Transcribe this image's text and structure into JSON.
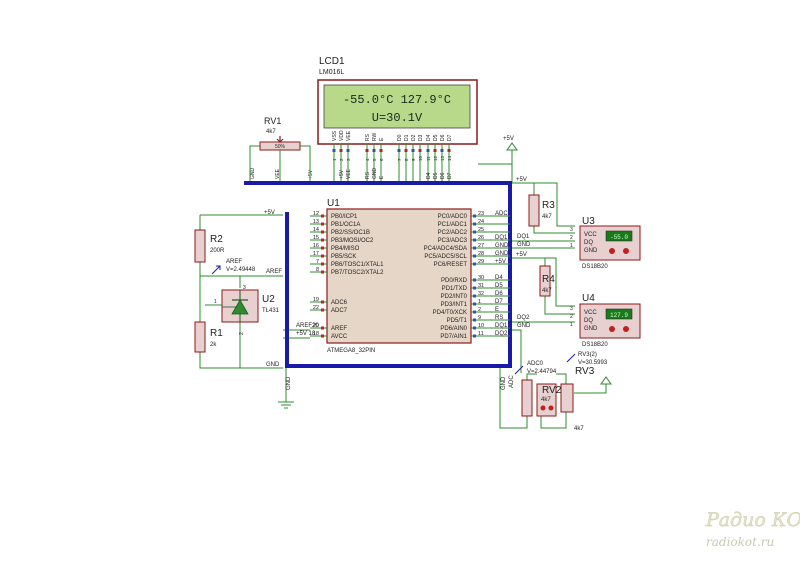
{
  "lcd": {
    "ref": "LCD1",
    "model": "LM016L",
    "line1": "-55.0°C  127.9°C",
    "line2": "U=30.1V",
    "pins": [
      "VSS",
      "VDD",
      "VEE",
      "RS",
      "RW",
      "E",
      "D0",
      "D1",
      "D2",
      "D3",
      "D4",
      "D5",
      "D6",
      "D7"
    ],
    "pin_numbers": [
      "1",
      "2",
      "3",
      "4",
      "5",
      "6",
      "7",
      "8",
      "9",
      "10",
      "11",
      "12",
      "13",
      "14"
    ],
    "net_gnd": "GND",
    "net_5v": "+5V",
    "net_vee": "VEE",
    "net_rs": "RS",
    "net_e": "E",
    "net_d4": "D4",
    "net_d5": "D5",
    "net_d6": "D6",
    "net_d7": "D7"
  },
  "rv1": {
    "ref": "RV1",
    "value": "4k7",
    "wiper": "50%",
    "net_gnd": "GND",
    "net_vee": "VEE",
    "net_5v": "+5V"
  },
  "power": {
    "plus5v": "+5V",
    "gnd": "GND",
    "aref": "AREF",
    "aref20": "AREF20",
    "plus5v18": "+5V 18"
  },
  "r2": {
    "ref": "R2",
    "value": "200R"
  },
  "r1": {
    "ref": "R1",
    "value": "2k"
  },
  "r3": {
    "ref": "R3",
    "value": "4k7"
  },
  "r4": {
    "ref": "R4",
    "value": "4k7"
  },
  "u2": {
    "ref": "U2",
    "model": "TL431",
    "pin1": "1",
    "pin2": "2",
    "pin3": "3"
  },
  "probe_aref": {
    "name": "AREF",
    "value": "V=2.49448"
  },
  "probe_adc0": {
    "name": "ADC0",
    "value": "V=2.44794"
  },
  "probe_rv3": {
    "name": "RV3(2)",
    "value": "V=30.5993"
  },
  "mcu": {
    "ref": "U1",
    "model": "ATMEGA8_32PIN",
    "left_pins": [
      {
        "num": "12",
        "name": "PB0/ICP1"
      },
      {
        "num": "13",
        "name": "PB1/OC1A"
      },
      {
        "num": "14",
        "name": "PB2/SS/OC1B"
      },
      {
        "num": "15",
        "name": "PB3/MOSI/OC2"
      },
      {
        "num": "16",
        "name": "PB4/MISO"
      },
      {
        "num": "17",
        "name": "PB5/SCK"
      },
      {
        "num": "7",
        "name": "PB6/TOSC1/XTAL1"
      },
      {
        "num": "8",
        "name": "PB7/TOSC2/XTAL2"
      },
      {
        "num": "19",
        "name": "ADC6"
      },
      {
        "num": "22",
        "name": "ADC7"
      },
      {
        "num": "20",
        "name": "AREF"
      },
      {
        "num": "18",
        "name": "AVCC"
      }
    ],
    "right_pins": [
      {
        "num": "23",
        "name": "PC0/ADC0",
        "net": "ADC"
      },
      {
        "num": "24",
        "name": "PC1/ADC1",
        "net": ""
      },
      {
        "num": "25",
        "name": "PC2/ADC2",
        "net": ""
      },
      {
        "num": "26",
        "name": "PC3/ADC3",
        "net": "DQ1"
      },
      {
        "num": "27",
        "name": "PC4/ADC4/SDA",
        "net": "GND"
      },
      {
        "num": "28",
        "name": "PC5/ADC5/SCL",
        "net": "GND"
      },
      {
        "num": "29",
        "name": "PC6/RESET",
        "net": "+5V"
      },
      {
        "num": "30",
        "name": "PD0/RXD",
        "net": "D4"
      },
      {
        "num": "31",
        "name": "PD1/TXD",
        "net": "D5"
      },
      {
        "num": "32",
        "name": "PD2/INT0",
        "net": "D6"
      },
      {
        "num": "1",
        "name": "PD3/INT1",
        "net": "D7"
      },
      {
        "num": "2",
        "name": "PD4/T0/XCK",
        "net": "E"
      },
      {
        "num": "9",
        "name": "PD5/T1",
        "net": "RS"
      },
      {
        "num": "10",
        "name": "PD6/AIN0",
        "net": "DQ1"
      },
      {
        "num": "11",
        "name": "PD7/AIN1",
        "net": "DQ2"
      }
    ]
  },
  "u3": {
    "ref": "U3",
    "model": "DS18B20",
    "display": "-55.0",
    "pins": [
      "VCC",
      "DQ",
      "GND"
    ],
    "pin_numbers": [
      "3",
      "2",
      "1"
    ],
    "net_5v": "+5V",
    "net_dq": "DQ1",
    "net_gnd": "GND"
  },
  "u4": {
    "ref": "U4",
    "model": "DS18B20",
    "display": "127.9",
    "pins": [
      "VCC",
      "DQ",
      "GND"
    ],
    "pin_numbers": [
      "3",
      "2",
      "1"
    ],
    "net_5v": "+5V",
    "net_dq": "DQ2",
    "net_gnd": "GND"
  },
  "rv2": {
    "ref": "RV2",
    "value": "4k7"
  },
  "rv3": {
    "ref": "RV3",
    "value": "4k7",
    "net_gnd": "GND",
    "net_adc": "ADC"
  },
  "watermark": {
    "line1": "Радио КОТ",
    "line2": "radiokot.ru"
  },
  "colors": {
    "wire": "#2e8b2e",
    "bus": "#1a1aa8",
    "component": "#8b1a1a",
    "lcd_bg": "#b8d88a",
    "lcd_text": "#1a2a1a",
    "sensor_display": "#1a7a1a"
  }
}
